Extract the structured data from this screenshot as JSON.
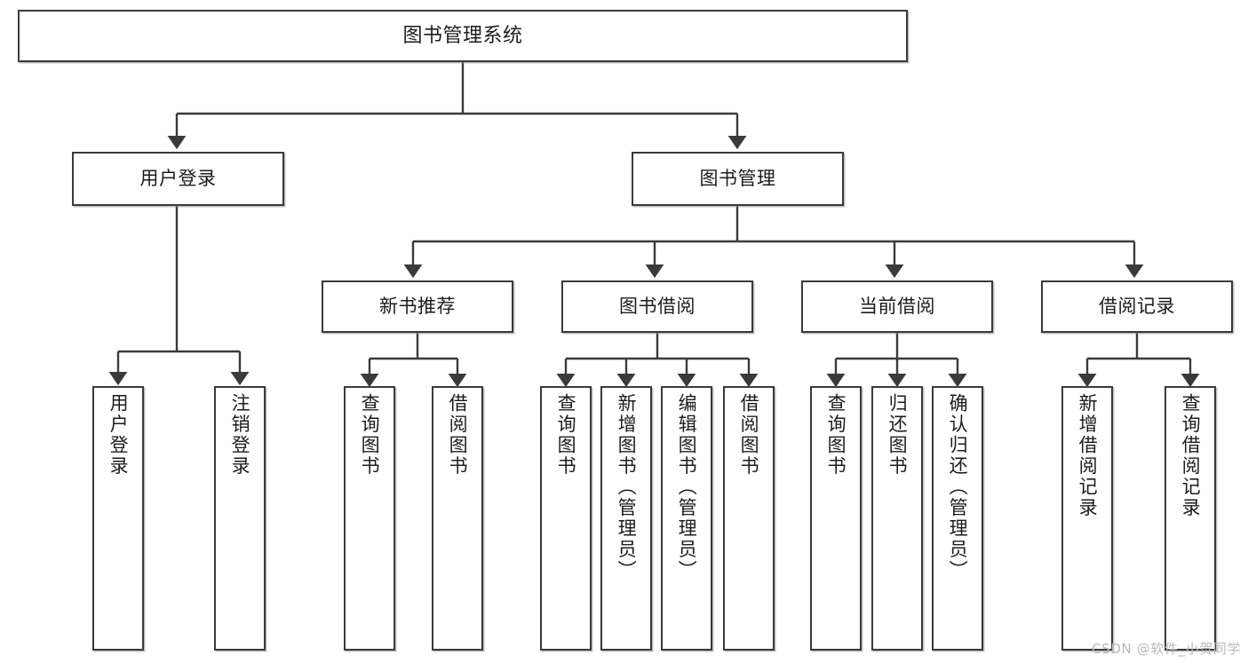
{
  "diagram": {
    "title": "图书管理系统",
    "type": "tree-hierarchy",
    "watermark": "CSDN @软件_小贺同学",
    "colors": {
      "box_border": "#3a3a3a",
      "box_fill": "#ffffff",
      "edge": "#3a3a3a",
      "text": "#1c1c1c",
      "watermark": "#b9b9b9"
    }
  },
  "nodes": {
    "root": {
      "label": "图书管理系统"
    },
    "level1": [
      {
        "label": "用户登录"
      },
      {
        "label": "图书管理"
      }
    ],
    "level2": [
      {
        "label": "新书推荐"
      },
      {
        "label": "图书借阅"
      },
      {
        "label": "当前借阅"
      },
      {
        "label": "借阅记录"
      }
    ],
    "leaves_user_login": [
      {
        "label": "用户登录"
      },
      {
        "label": "注销登录"
      }
    ],
    "leaves_new_book": [
      {
        "label": "查询图书"
      },
      {
        "label": "借阅图书"
      }
    ],
    "leaves_borrow": [
      {
        "label": "查询图书"
      },
      {
        "label": "新增图书（管理员）"
      },
      {
        "label": "编辑图书（管理员）"
      },
      {
        "label": "借阅图书"
      }
    ],
    "leaves_current": [
      {
        "label": "查询图书"
      },
      {
        "label": "归还图书"
      },
      {
        "label": "确认归还（管理员）"
      }
    ],
    "leaves_record": [
      {
        "label": "新增借阅记录"
      },
      {
        "label": "查询借阅记录"
      }
    ]
  }
}
